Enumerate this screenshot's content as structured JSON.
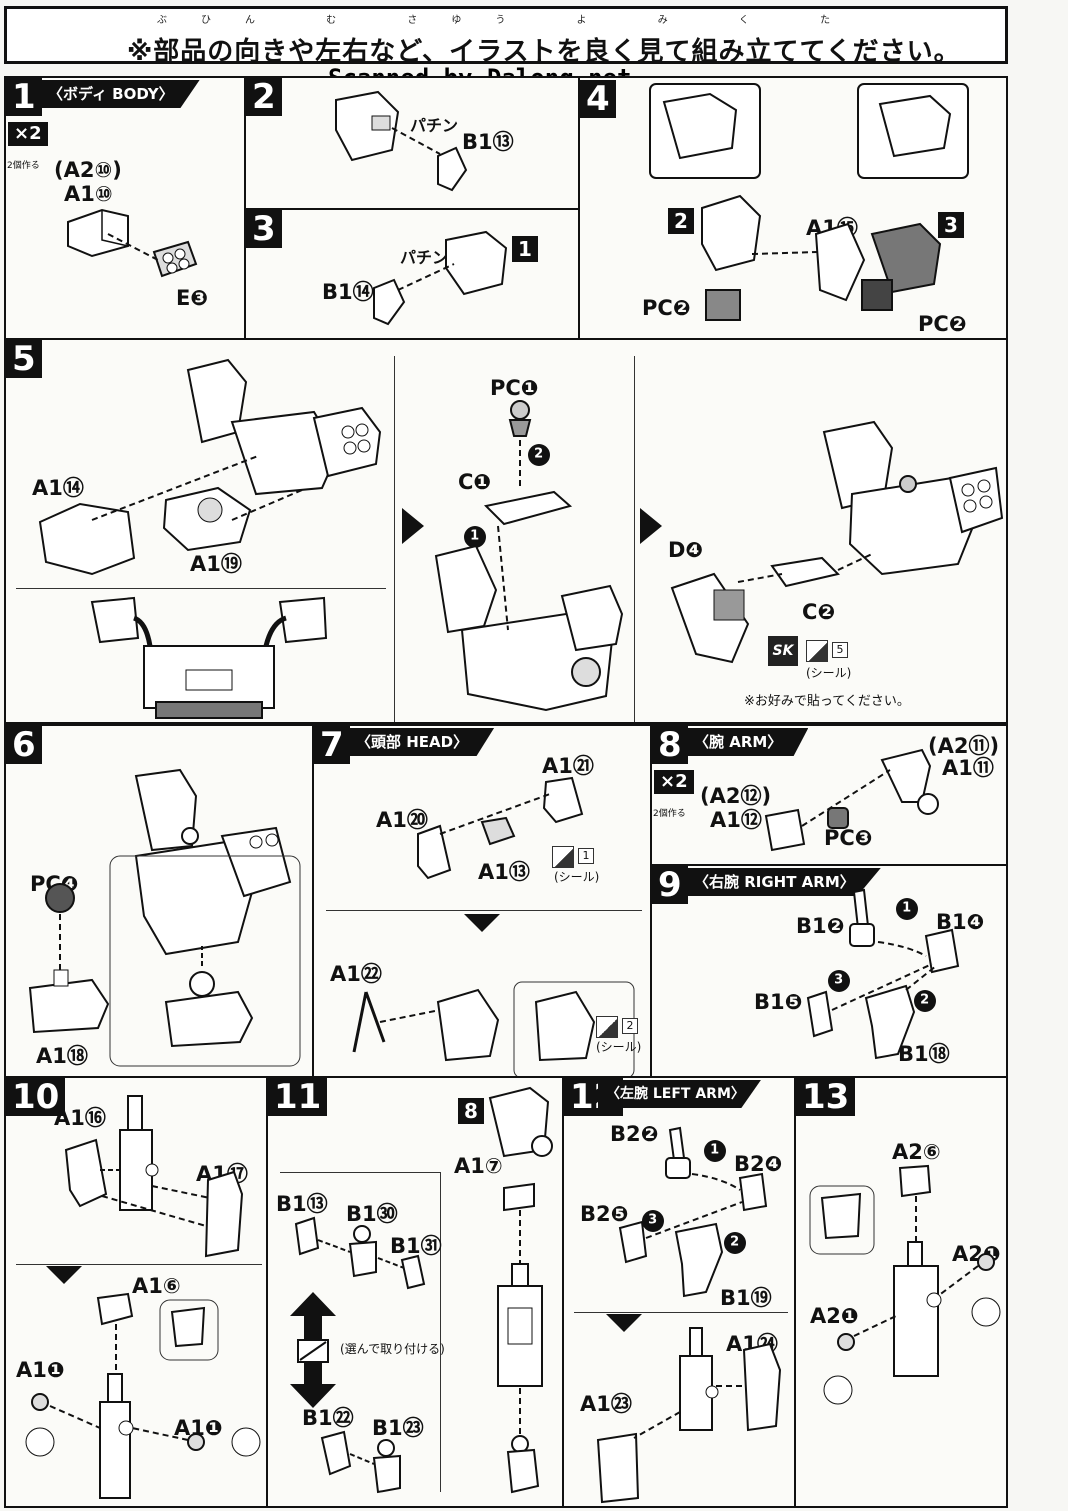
{
  "header": {
    "ruby": "ぶひん む さゆう よ み く た",
    "title": "※部品の向きや左右など、イラストを良く見て組み立ててください。"
  },
  "watermark": "Scanned by Dalong.net",
  "steps": {
    "s1": {
      "num": "1",
      "ribbon": "〈ボディ BODY〉",
      "x2": "×2",
      "x2_note": "2個作る",
      "labels": [
        "(A2⑩)",
        "A1⑩",
        "E❸"
      ]
    },
    "s2": {
      "num": "2",
      "sfx": "パチン",
      "labels": [
        "B1⑬"
      ]
    },
    "s3": {
      "num": "3",
      "sfx": "パチン",
      "ref": "1",
      "labels": [
        "B1⑭"
      ]
    },
    "s4": {
      "num": "4",
      "refs": [
        "2",
        "3"
      ],
      "labels": [
        "A1⑮",
        "PC❷",
        "PC❷"
      ]
    },
    "s5": {
      "num": "5",
      "labels": [
        "A1⑭",
        "A1⑲",
        "PC❶",
        "C❶",
        "D❹",
        "C❷"
      ],
      "seq": [
        "1",
        "2"
      ],
      "sticker_num": "5",
      "sticker_label": "(シール)",
      "sticker_brand": "SK",
      "note": "※お好みで貼ってください。"
    },
    "s6": {
      "num": "6",
      "labels": [
        "PC❹",
        "A1⑱"
      ]
    },
    "s7": {
      "num": "7",
      "ribbon": "〈頭部 HEAD〉",
      "labels": [
        "A1⑳",
        "A1㉑",
        "A1⑬",
        "A1㉒"
      ],
      "stickers": [
        {
          "num": "1",
          "label": "(シール)"
        },
        {
          "num": "2",
          "label": "(シール)"
        }
      ]
    },
    "s8": {
      "num": "8",
      "ribbon": "〈腕 ARM〉",
      "x2": "×2",
      "x2_note": "2個作る",
      "labels": [
        "(A2⑪)",
        "A1⑪",
        "(A2⑫)",
        "A1⑫",
        "PC❸"
      ]
    },
    "s9": {
      "num": "9",
      "ribbon": "〈右腕 RIGHT ARM〉",
      "labels": [
        "B1❷",
        "B1❹",
        "B1❺",
        "B1⑱"
      ],
      "seq": [
        "1",
        "2",
        "3"
      ]
    },
    "s10": {
      "num": "10",
      "labels": [
        "A1⑯",
        "A1⑰",
        "A1⑥",
        "A1❶",
        "A1❶"
      ]
    },
    "s11": {
      "num": "11",
      "ref": "8",
      "labels": [
        "A1⑦",
        "B1⑬",
        "B1㉚",
        "B1㉛",
        "B1㉒",
        "B1㉓"
      ],
      "choose": "(選んで取り付ける)"
    },
    "s12": {
      "num": "12",
      "ribbon": "〈左腕 LEFT ARM〉",
      "labels": [
        "B2❷",
        "B2❹",
        "B2❺",
        "B1⑲",
        "A1㉔",
        "A1㉓"
      ],
      "seq": [
        "1",
        "2",
        "3"
      ]
    },
    "s13": {
      "num": "13",
      "labels": [
        "A2⑥",
        "A2❶",
        "A2❶"
      ]
    }
  },
  "colors": {
    "ink": "#111111",
    "paper": "#f7f7f4"
  }
}
